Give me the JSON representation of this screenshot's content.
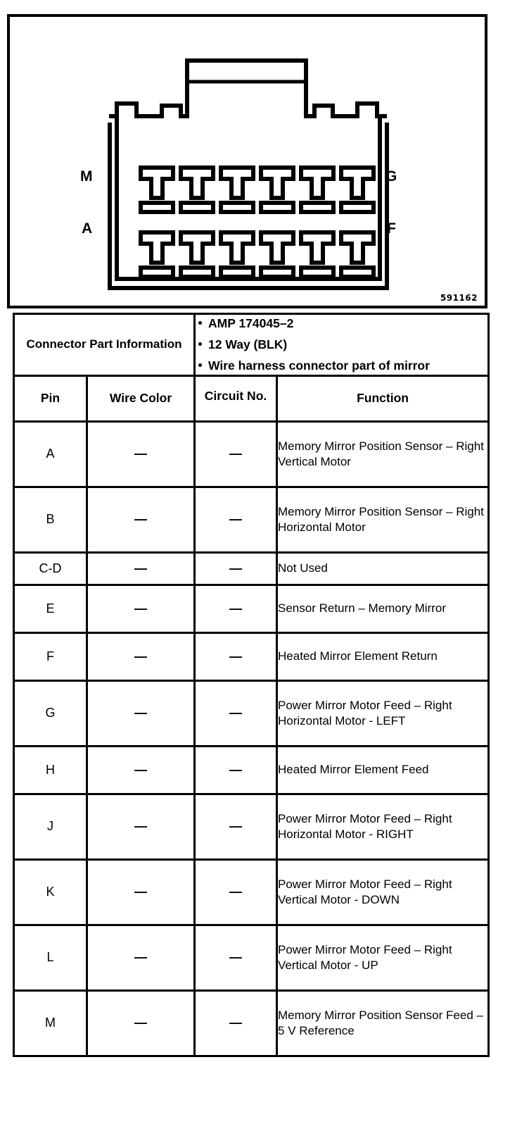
{
  "diagram": {
    "figure_id": "591162",
    "connector_labels": {
      "top_left": "M",
      "bottom_left": "A",
      "top_right": "G",
      "bottom_right": "F"
    },
    "cavity_rows": 2,
    "cavity_columns": 6
  },
  "connector_part_information": {
    "label": "Connector Part Information",
    "bullets": [
      "AMP 174045–2",
      "12 Way (BLK)",
      "Wire harness connector part of mirror"
    ]
  },
  "table": {
    "headers": {
      "pin": "Pin",
      "wire_color": "Wire Color",
      "circuit_no": "Circuit No.",
      "function": "Function"
    },
    "rows": [
      {
        "pin": "A",
        "wire_color": "—",
        "circuit_no": "—",
        "function": "Memory Mirror Position Sensor – Right Vertical Motor",
        "lines": 3
      },
      {
        "pin": "B",
        "wire_color": "—",
        "circuit_no": "—",
        "function": "Memory Mirror Position Sensor – Right Horizontal Motor",
        "lines": 3
      },
      {
        "pin": "C-D",
        "wire_color": "—",
        "circuit_no": "—",
        "function": "Not Used",
        "lines": 1
      },
      {
        "pin": "E",
        "wire_color": "—",
        "circuit_no": "—",
        "function": "Sensor Return – Memory Mirror",
        "lines": 2
      },
      {
        "pin": "F",
        "wire_color": "—",
        "circuit_no": "—",
        "function": "Heated Mirror Element Return",
        "lines": 2
      },
      {
        "pin": "G",
        "wire_color": "—",
        "circuit_no": "—",
        "function": "Power Mirror Motor Feed – Right Horizontal Motor - LEFT",
        "lines": 3
      },
      {
        "pin": "H",
        "wire_color": "—",
        "circuit_no": "—",
        "function": "Heated Mirror Element Feed",
        "lines": 2
      },
      {
        "pin": "J",
        "wire_color": "—",
        "circuit_no": "—",
        "function": "Power Mirror Motor Feed – Right Horizontal Motor - RIGHT",
        "lines": 3
      },
      {
        "pin": "K",
        "wire_color": "—",
        "circuit_no": "—",
        "function": "Power Mirror Motor Feed – Right Vertical Motor - DOWN",
        "lines": 3
      },
      {
        "pin": "L",
        "wire_color": "—",
        "circuit_no": "—",
        "function": "Power Mirror Motor Feed – Right Vertical Motor - UP",
        "lines": 3
      },
      {
        "pin": "M",
        "wire_color": "—",
        "circuit_no": "—",
        "function": "Memory Mirror Position Sensor Feed – 5 V Reference",
        "lines": 3
      }
    ]
  },
  "colors": {
    "ink": "#000000",
    "paper": "#ffffff"
  }
}
